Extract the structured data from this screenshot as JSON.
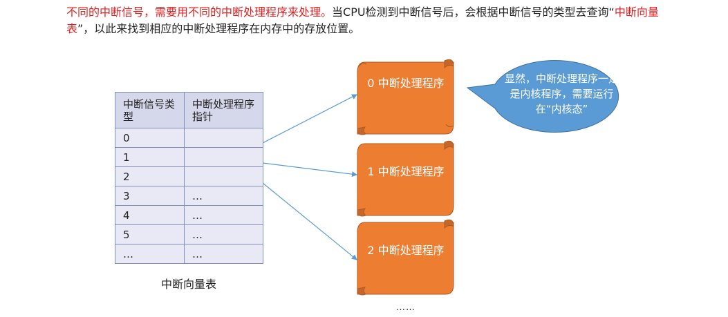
{
  "intro": {
    "red_text": "不同的中断信号，需要用不同的中断处理程序来处理。",
    "text_1": "当CPU检测到中断信号后，会根据中断信号的类型去查询“",
    "red_term": "中断向量表",
    "text_2": "”，以此来找到相应的中断处理程序在内存中的存放位置。"
  },
  "table": {
    "header": [
      "中断信号类型",
      "中断处理程序指针"
    ],
    "rows": [
      [
        "0",
        ""
      ],
      [
        "1",
        ""
      ],
      [
        "2",
        ""
      ],
      [
        "3",
        "…"
      ],
      [
        "4",
        "…"
      ],
      [
        "5",
        "…"
      ],
      [
        "…",
        "…"
      ]
    ],
    "caption": "中断向量表"
  },
  "handlers": [
    {
      "label": "0 中断处理程序"
    },
    {
      "label": "1 中断处理程序"
    },
    {
      "label": "2 中断处理程序"
    }
  ],
  "more": "……",
  "callout": "显然，中断处理程序一定是内核程序，需要运行在“内核态”",
  "colors": {
    "highlight": "#e02020",
    "scroll_fill": "#ed7d31",
    "scroll_stroke": "#ae5a21",
    "bubble_fill": "#5b9bd5",
    "bubble_stroke": "#41719c",
    "arrow": "#5b9bd5"
  }
}
